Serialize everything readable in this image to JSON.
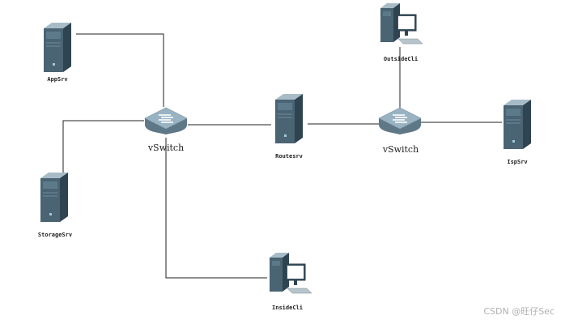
{
  "nodes": {
    "appsrv": "AppSrv",
    "storagesrv": "StorageSrv",
    "routesrv": "Routesrv",
    "ispsrv": "IspSrv",
    "outsidecli": "OutsideCli",
    "insidecli": "InsideCli",
    "vswitch_left": "vSwitch",
    "vswitch_right": "vSwitch"
  },
  "watermark": "CSDN @旺仔Sec",
  "colors": {
    "server_front": "#4a6473",
    "server_side": "#2f4451",
    "switch_body": "#8fa8b8",
    "link": "#222222"
  }
}
